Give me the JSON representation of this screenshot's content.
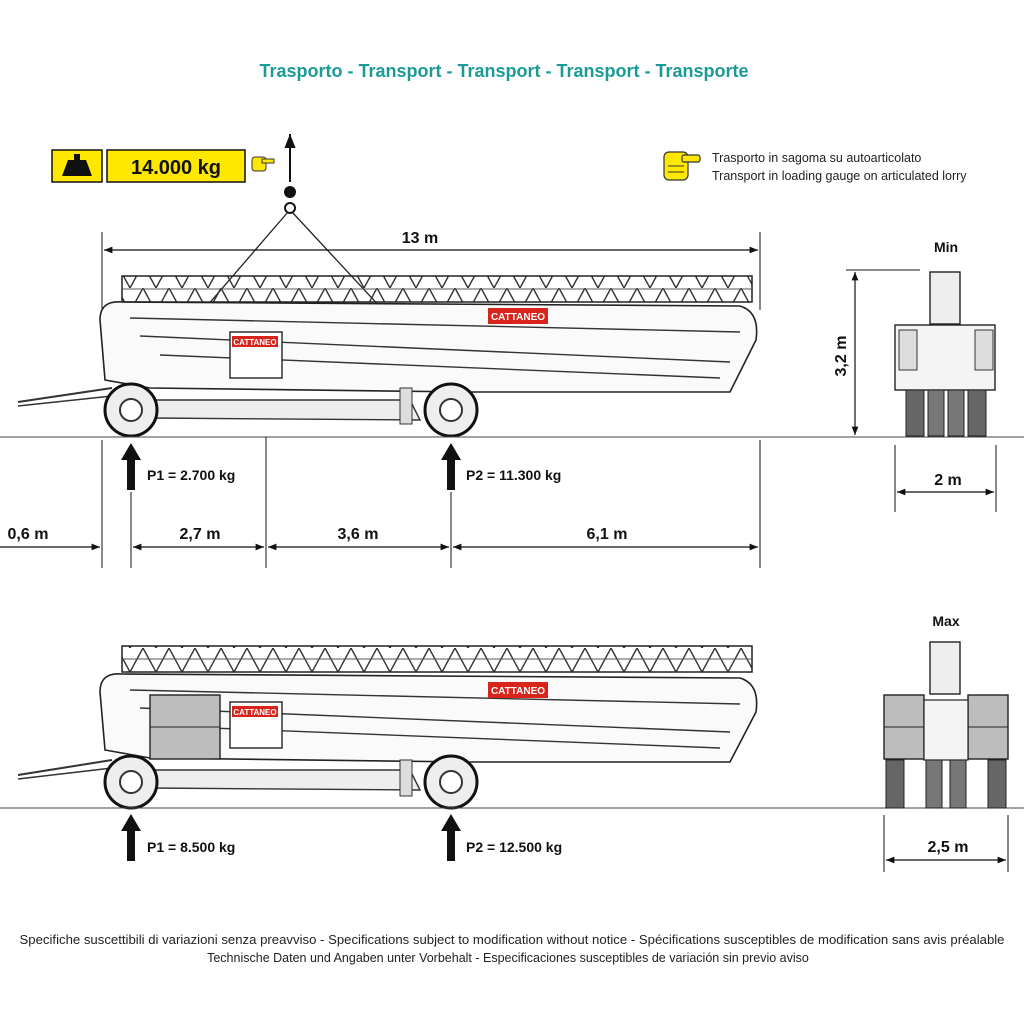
{
  "title": "Trasporto - Transport - Transport - Transport - Transporte",
  "weight_badge": {
    "value": "14.000 kg",
    "color": "#ffe800"
  },
  "note": {
    "line1": "Trasporto in sagoma su autoarticolato",
    "line2": "Transport in loading gauge on articulated lorry"
  },
  "brand": "CATTANEO",
  "top_view": {
    "overall_length": "13 m",
    "p1": "P1 = 2.700 kg",
    "p2": "P2 = 11.300 kg",
    "segments": [
      "0,6 m",
      "2,7 m",
      "3,6 m",
      "6,1 m"
    ]
  },
  "min_view": {
    "label": "Min",
    "height": "3,2 m",
    "width": "2 m"
  },
  "bottom_view": {
    "p1": "P1 = 8.500 kg",
    "p2": "P2 = 12.500 kg"
  },
  "max_view": {
    "label": "Max",
    "width": "2,5 m"
  },
  "footer": {
    "line1": "Specifiche suscettibili di variazioni senza preavviso - Specifications subject to modification without notice - Spécifications susceptibles de modification sans avis préalable",
    "line2": "Technische Daten und Angaben unter Vorbehalt - Especificaciones susceptibles de variación sin previo aviso"
  }
}
